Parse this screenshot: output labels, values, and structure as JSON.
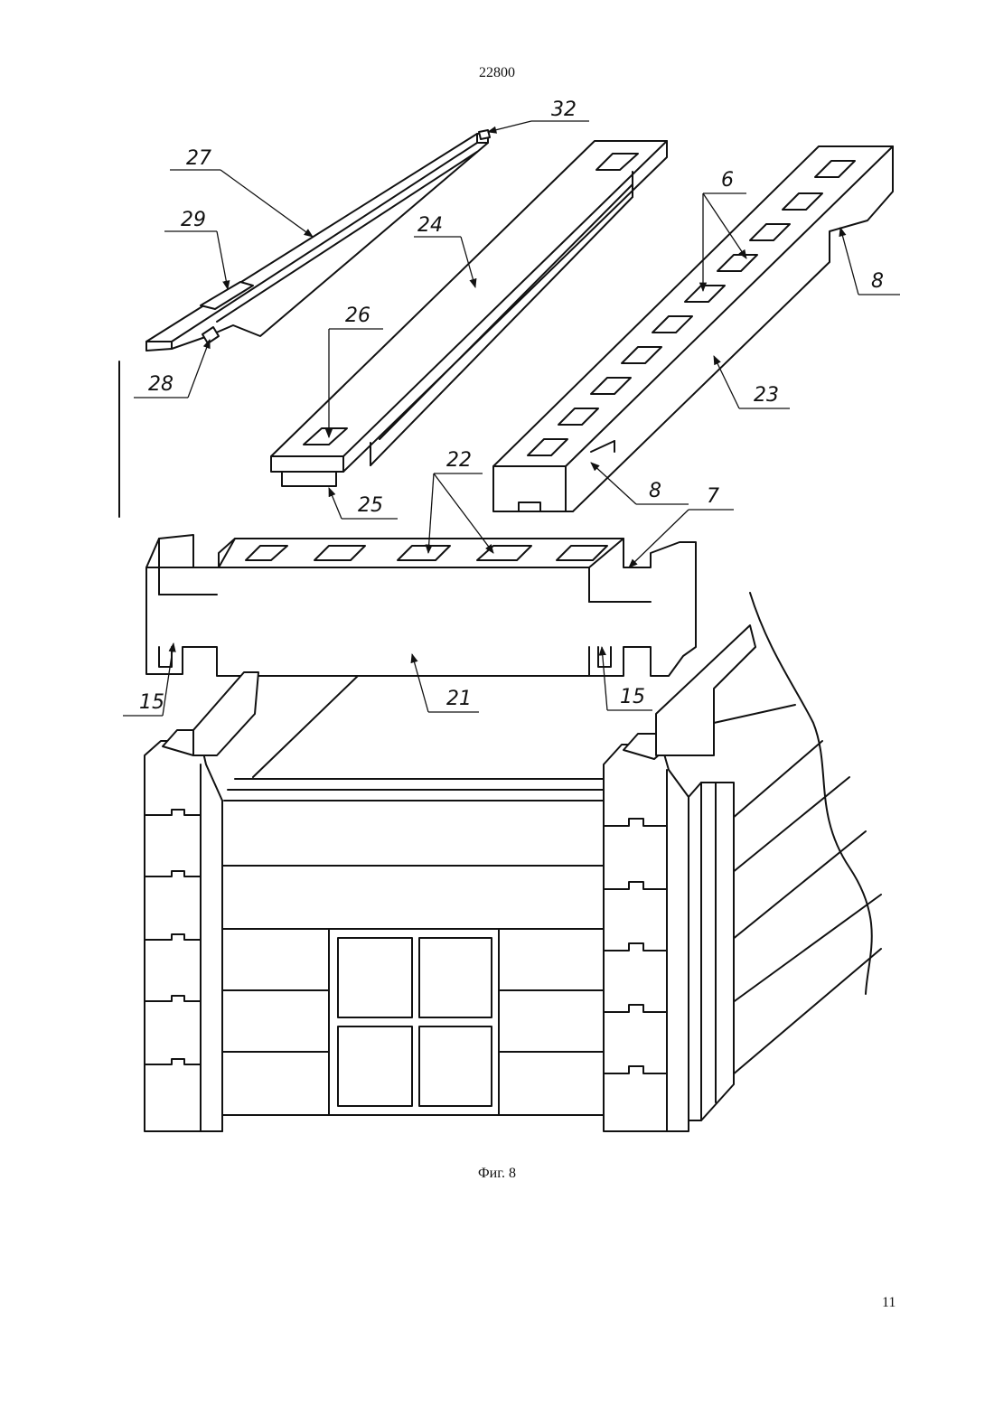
{
  "header": {
    "document_number": "22800"
  },
  "figure": {
    "caption": "Фиг. 8"
  },
  "footer": {
    "page_number": "11"
  },
  "callouts": {
    "c32": "32",
    "c27": "27",
    "c29": "29",
    "c28": "28",
    "c24": "24",
    "c26": "26",
    "c25": "25",
    "c6": "6",
    "c8a": "8",
    "c23": "23",
    "c8b": "8",
    "c22": "22",
    "c7": "7",
    "c15a": "15",
    "c21": "21",
    "c15b": "15"
  }
}
